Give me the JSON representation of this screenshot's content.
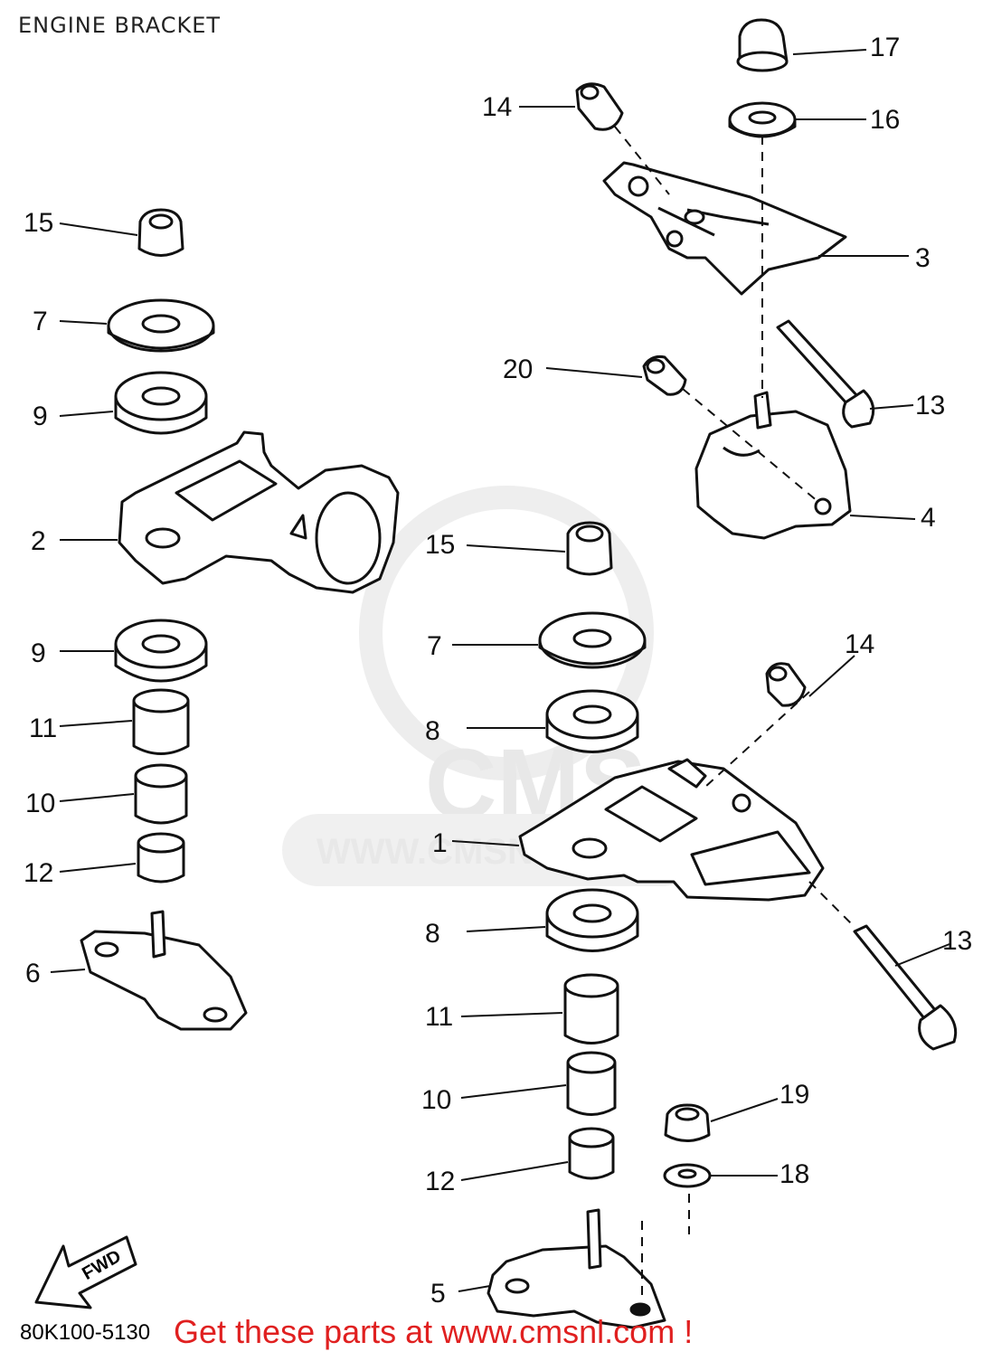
{
  "title": "ENGINE BRACKET",
  "diagram_code": "80K100-5130",
  "cta_text": "Get these parts at www.cmsnl.com !",
  "watermark": {
    "brand": "CMS",
    "url": "WWW.CMSNL.COM"
  },
  "fwd_label": "FWD",
  "accent_color": "#e02020",
  "callouts": [
    {
      "id": "c17a",
      "num": "17"
    },
    {
      "id": "c14a",
      "num": "14"
    },
    {
      "id": "c16a",
      "num": "16"
    },
    {
      "id": "c15a",
      "num": "15"
    },
    {
      "id": "c3",
      "num": "3"
    },
    {
      "id": "c7a",
      "num": "7"
    },
    {
      "id": "c20",
      "num": "20"
    },
    {
      "id": "c9a",
      "num": "9"
    },
    {
      "id": "c13a",
      "num": "13"
    },
    {
      "id": "c4",
      "num": "4"
    },
    {
      "id": "c2",
      "num": "2"
    },
    {
      "id": "c15b",
      "num": "15"
    },
    {
      "id": "c9b",
      "num": "9"
    },
    {
      "id": "c7b",
      "num": "7"
    },
    {
      "id": "c14b",
      "num": "14"
    },
    {
      "id": "c11a",
      "num": "11"
    },
    {
      "id": "c8a",
      "num": "8"
    },
    {
      "id": "c10a",
      "num": "10"
    },
    {
      "id": "c1",
      "num": "1"
    },
    {
      "id": "c12a",
      "num": "12"
    },
    {
      "id": "c6",
      "num": "6"
    },
    {
      "id": "c8b",
      "num": "8"
    },
    {
      "id": "c13b",
      "num": "13"
    },
    {
      "id": "c11b",
      "num": "11"
    },
    {
      "id": "c10b",
      "num": "10"
    },
    {
      "id": "c19",
      "num": "19"
    },
    {
      "id": "c18",
      "num": "18"
    },
    {
      "id": "c12b",
      "num": "12"
    },
    {
      "id": "c5",
      "num": "5"
    }
  ]
}
